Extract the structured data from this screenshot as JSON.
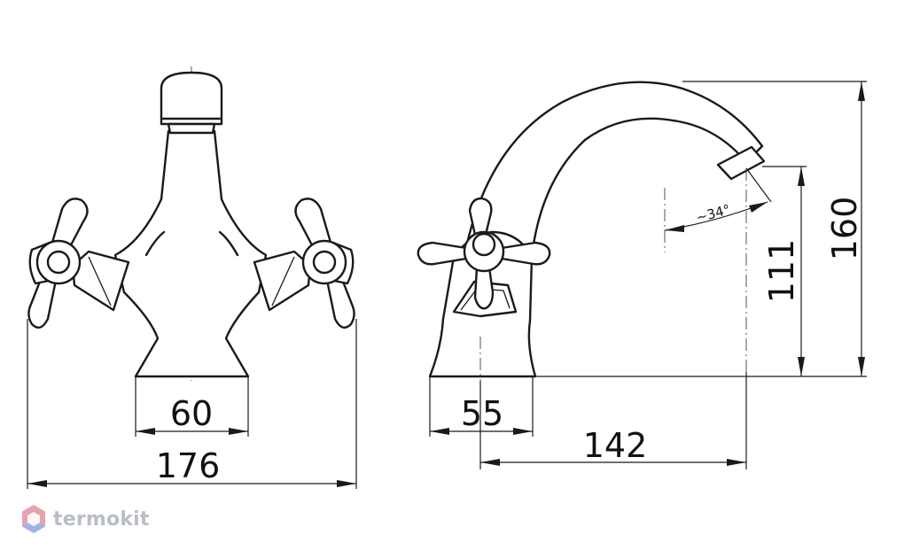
{
  "dimensions": {
    "front_base_width": "60",
    "front_overall_width": "176",
    "side_base_width": "55",
    "spout_reach": "142",
    "spout_outlet_height": "111",
    "overall_height": "160",
    "spout_angle": "~34°"
  },
  "brand": {
    "name": "termokit",
    "colors": {
      "primary": "#e6a3ad",
      "secondary": "#9fb5e8",
      "text": "#b9bdc6"
    }
  }
}
